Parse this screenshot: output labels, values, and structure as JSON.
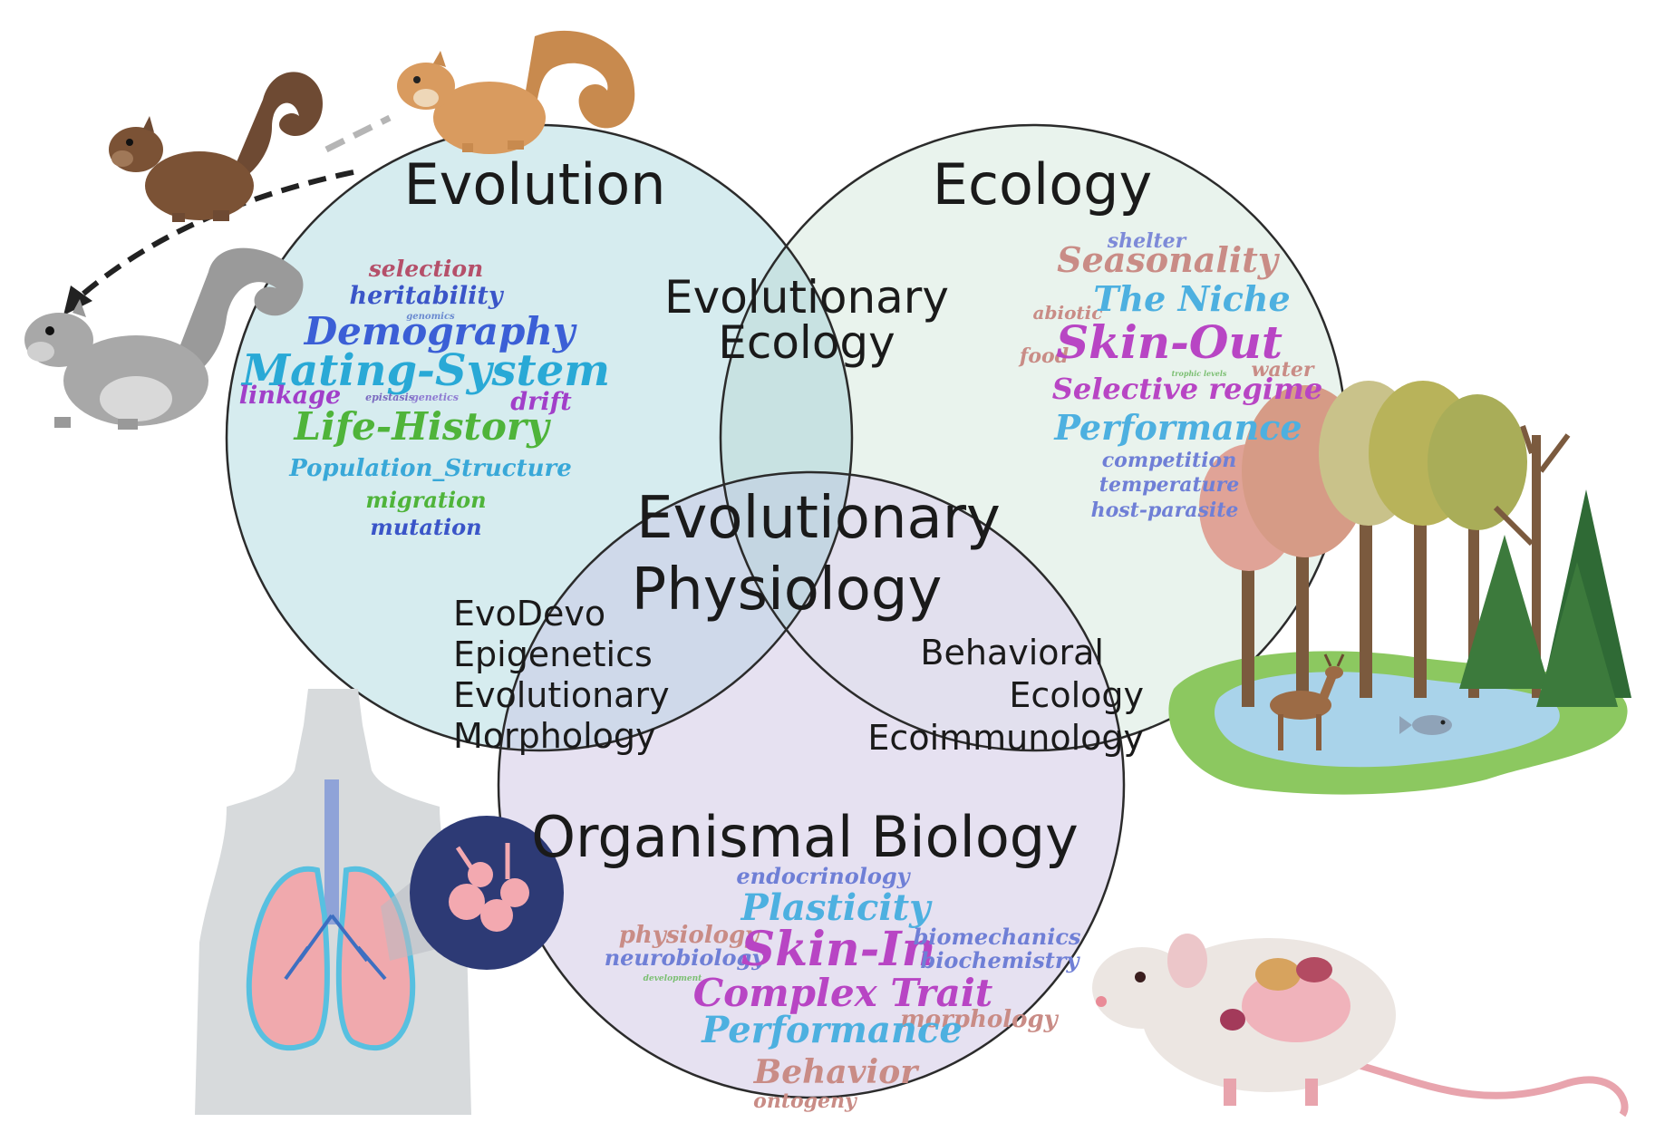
{
  "circles": {
    "evolution": {
      "title": "Evolution"
    },
    "ecology": {
      "title": "Ecology"
    },
    "organismal": {
      "title": "Organismal Biology"
    }
  },
  "intersections": {
    "evo_eco": [
      "Evolutionary",
      "Ecology"
    ],
    "center": [
      "Evolutionary",
      "Physiology"
    ],
    "evo_org": [
      "EvoDevo",
      "Epigenetics",
      "Evolutionary",
      "Morphology"
    ],
    "eco_org": [
      "Behavioral",
      "Ecology",
      "Ecoimmunology"
    ]
  },
  "wordclouds": {
    "evolution": [
      {
        "text": "selection",
        "color": "#b5506a"
      },
      {
        "text": "heritability",
        "color": "#3a55c8"
      },
      {
        "text": "genomics",
        "color": "#6a8ad0"
      },
      {
        "text": "Demography",
        "color": "#3b5fd6"
      },
      {
        "text": "Mating-System",
        "color": "#29a9d6"
      },
      {
        "text": "linkage",
        "color": "#a13fc9"
      },
      {
        "text": "epistasis",
        "color": "#7a6ac0"
      },
      {
        "text": "genetics",
        "color": "#8e7ad2"
      },
      {
        "text": "drift",
        "color": "#a13fc9"
      },
      {
        "text": "Life-History",
        "color": "#4fb43a"
      },
      {
        "text": "Population_Structure",
        "color": "#39a8d8"
      },
      {
        "text": "migration",
        "color": "#4fb43a"
      },
      {
        "text": "mutation",
        "color": "#3a55c8"
      }
    ],
    "ecology": [
      {
        "text": "shelter",
        "color": "#7d8ad8"
      },
      {
        "text": "Seasonality",
        "color": "#c98c86"
      },
      {
        "text": "abiotic",
        "color": "#c98c86"
      },
      {
        "text": "The Niche",
        "color": "#4db0e0"
      },
      {
        "text": "food",
        "color": "#c98c86"
      },
      {
        "text": "Skin-Out",
        "color": "#b845c4"
      },
      {
        "text": "trophic levels",
        "color": "#7bbf72"
      },
      {
        "text": "water",
        "color": "#c98c86"
      },
      {
        "text": "Selective regime",
        "color": "#b845c4"
      },
      {
        "text": "Performance",
        "color": "#4db0e0"
      },
      {
        "text": "competition",
        "color": "#6f7fd6"
      },
      {
        "text": "temperature",
        "color": "#6f7fd6"
      },
      {
        "text": "host-parasite",
        "color": "#6f7fd6"
      }
    ],
    "organismal": [
      {
        "text": "endocrinology",
        "color": "#6f7fd6"
      },
      {
        "text": "Plasticity",
        "color": "#4db0e0"
      },
      {
        "text": "physiology",
        "color": "#c98c86"
      },
      {
        "text": "neurobiology",
        "color": "#6f7fd6"
      },
      {
        "text": "Skin-In",
        "color": "#b845c4"
      },
      {
        "text": "biomechanics",
        "color": "#6f7fd6"
      },
      {
        "text": "biochemistry",
        "color": "#6f7fd6"
      },
      {
        "text": "development",
        "color": "#7bbf72"
      },
      {
        "text": "Complex Trait",
        "color": "#b845c4"
      },
      {
        "text": "morphology",
        "color": "#c98c86"
      },
      {
        "text": "Performance",
        "color": "#4db0e0"
      },
      {
        "text": "Behavior",
        "color": "#c98c86"
      },
      {
        "text": "ontogeny",
        "color": "#c98c86"
      }
    ]
  },
  "colors": {
    "evolution_fill": "#d6ecef",
    "ecology_fill": "#e8f2ec",
    "organismal_fill": "#e4dff0",
    "outline": "#2b2b2b"
  }
}
